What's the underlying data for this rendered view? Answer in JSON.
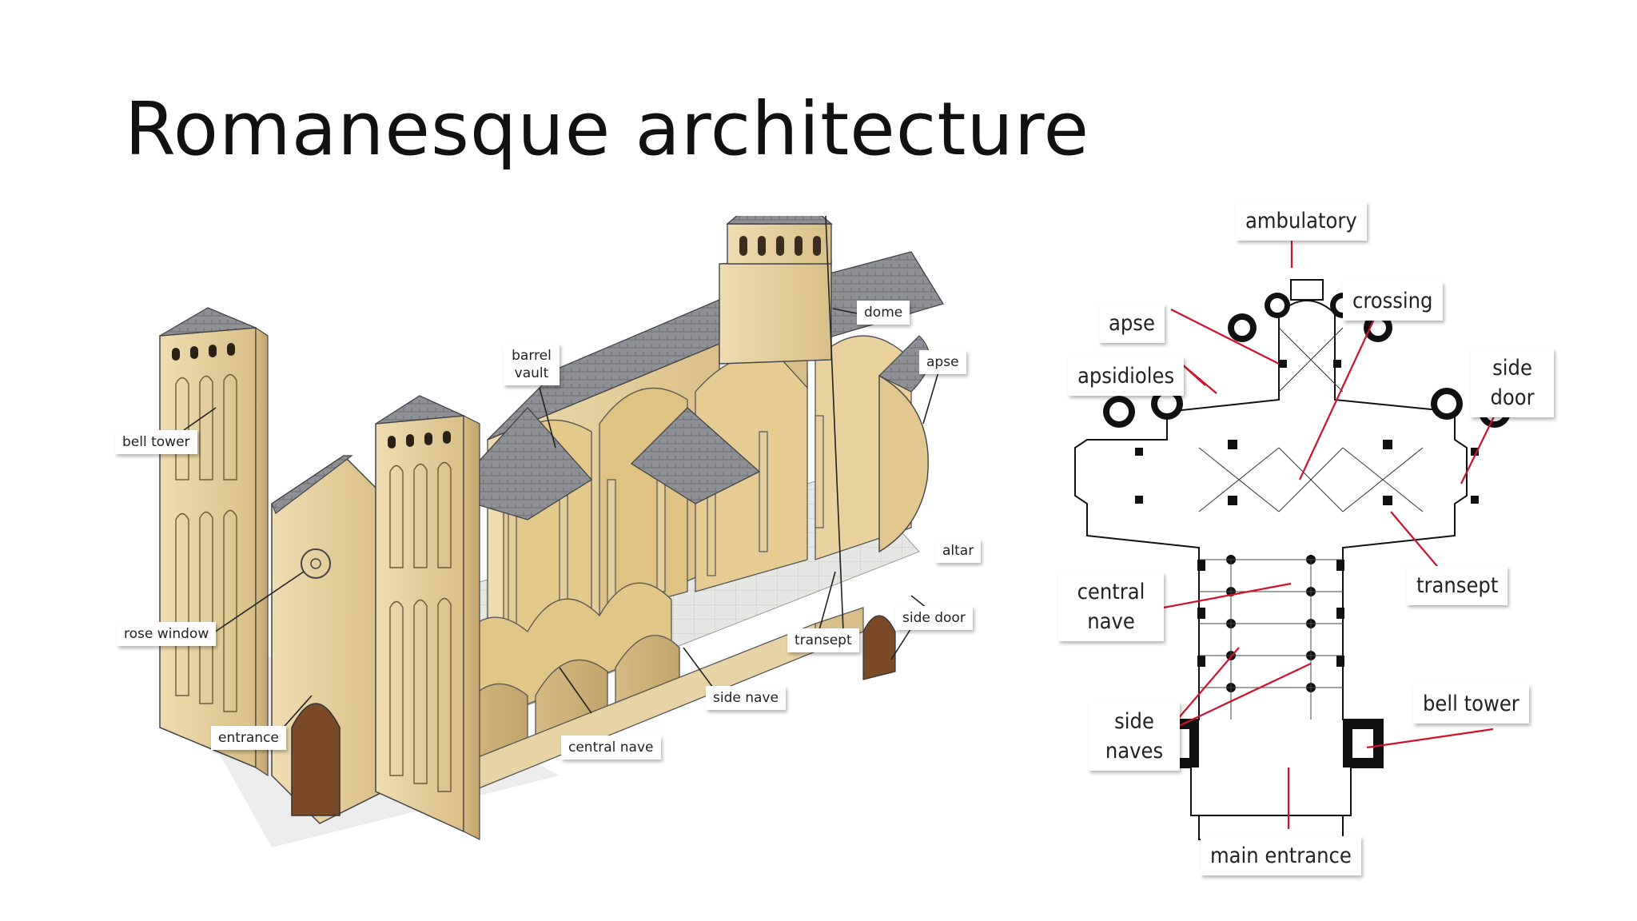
{
  "title": "Romanesque architecture",
  "isometric": {
    "labels": {
      "bell_tower": "bell tower",
      "barrel_vault": "barrel vault",
      "dome": "dome",
      "apse": "apse",
      "altar": "altar",
      "rose_window": "rose window",
      "side_door": "side door",
      "transept": "transept",
      "side_nave": "side nave",
      "entrance": "entrance",
      "central_nave": "central nave"
    }
  },
  "plan": {
    "labels": {
      "ambulatory": "ambulatory",
      "crossing": "crossing",
      "apse": "apse",
      "side_door": "side door",
      "apsidioles": "apsidioles",
      "transept": "transept",
      "central_nave": "central nave",
      "side_naves": "side naves",
      "bell_tower": "bell tower",
      "main_entrance": "main entrance"
    }
  },
  "colors": {
    "stone": "#e8d3a4",
    "stone_shadow": "#c9ad78",
    "roof": "#8d8f93",
    "leader_iso": "#222222",
    "leader_plan": "#d0112b",
    "plan_ink": "#111111"
  }
}
